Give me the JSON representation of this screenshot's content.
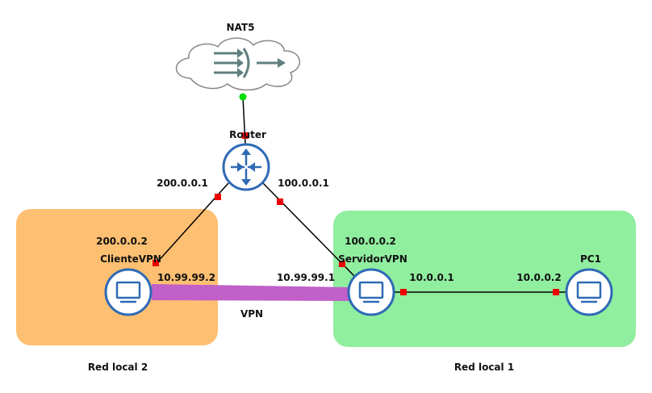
{
  "nodes": {
    "nat": {
      "label": "NAT5"
    },
    "router": {
      "label": "Router"
    },
    "cliente": {
      "label": "ClienteVPN"
    },
    "servidor": {
      "label": "ServidorVPN"
    },
    "pc1": {
      "label": "PC1"
    }
  },
  "interfaces": {
    "router_left": "200.0.0.1",
    "router_right": "100.0.0.1",
    "cliente_wan": "200.0.0.2",
    "servidor_wan": "100.0.0.2",
    "cliente_vpn": "10.99.99.2",
    "servidor_vpn": "10.99.99.1",
    "servidor_lan": "10.0.0.1",
    "pc1_lan": "10.0.0.2"
  },
  "tunnel": {
    "label": "VPN"
  },
  "zones": {
    "local2": "Red local 2",
    "local1": "Red local 1"
  },
  "colors": {
    "zone_local2": "#fdbf71",
    "zone_local1": "#90ee9f",
    "tunnel": "#c060c8",
    "port_down": "#ee0000",
    "port_up": "#00dd00",
    "device_stroke": "#2f6ab5"
  },
  "icons": {
    "nat": "cloud-nat-icon",
    "router": "router-icon",
    "host": "monitor-icon"
  }
}
